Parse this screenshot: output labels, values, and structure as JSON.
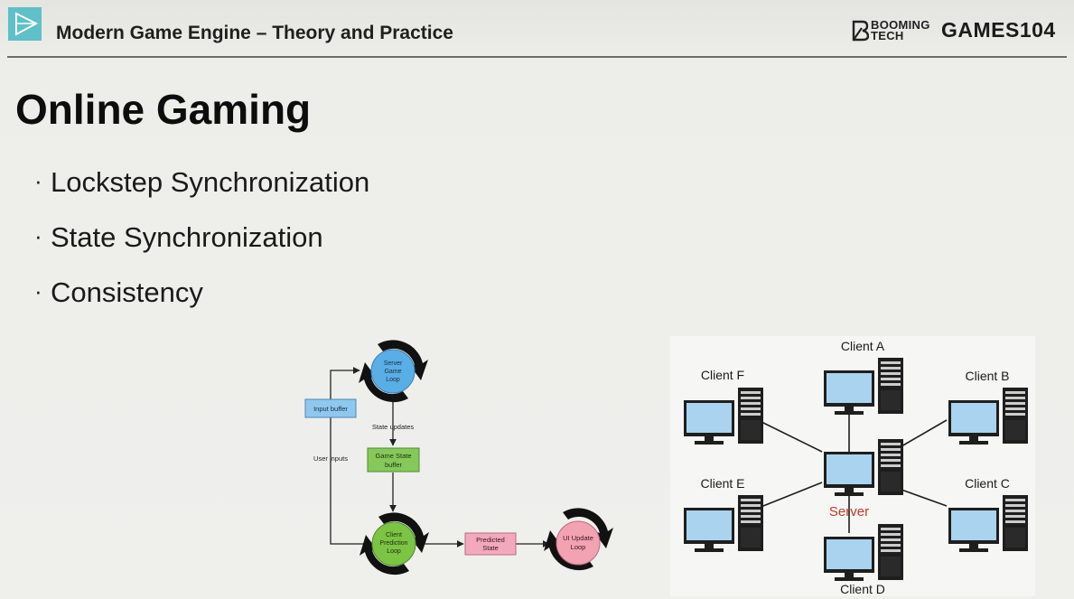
{
  "header": {
    "course_title": "Modern Game Engine – Theory and Practice",
    "booming_logo_text": [
      "BOOMING",
      "TECH"
    ],
    "games_logo_text": "GAMES104"
  },
  "slide": {
    "title": "Online Gaming",
    "bullets": [
      "Lockstep Synchronization",
      "State Synchronization",
      "Consistency"
    ]
  },
  "loop_diagram": {
    "server_loop": [
      "Server",
      "Game",
      "Loop"
    ],
    "input_buffer": "Input buffer",
    "state_updates": "State updates",
    "game_state_buffer": [
      "Game State",
      "buffer"
    ],
    "user_inputs": "User inputs",
    "client_loop": [
      "Client",
      "Prediction",
      "Loop"
    ],
    "predicted_state": [
      "Predicted",
      "State"
    ],
    "ui_loop": [
      "UI Update",
      "Loop"
    ],
    "colors": {
      "server": "#5aaee6",
      "client": "#7cc444",
      "ui": "#f3a2b2",
      "input_buffer": "#8fc8ee",
      "state_buffer": "#86c95a",
      "predicted": "#f3a9bd"
    }
  },
  "network_diagram": {
    "server_label": "Server",
    "clients": [
      "Client A",
      "Client B",
      "Client C",
      "Client D",
      "Client E",
      "Client F"
    ],
    "colors": {
      "screen": "#a9d3ee",
      "server_label": "#c0392b"
    }
  }
}
